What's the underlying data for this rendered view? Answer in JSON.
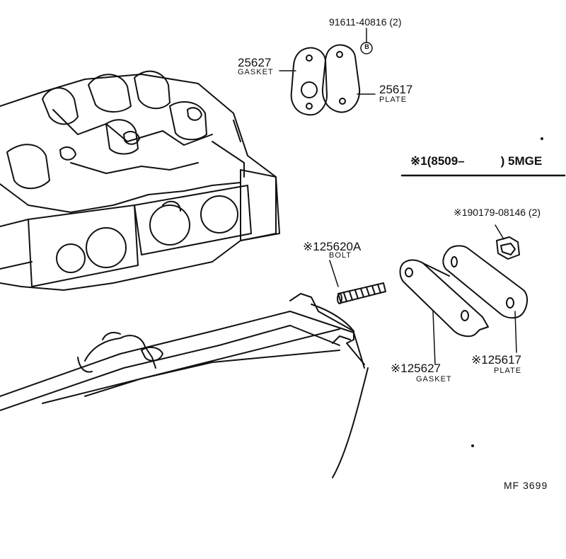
{
  "header": {
    "condition": "※1(8509–　　　) 5MGE"
  },
  "parts": [
    {
      "number": "91611-40816 (2)",
      "name": ""
    },
    {
      "number": "25627",
      "name": "GASKET"
    },
    {
      "number": "25617",
      "name": "PLATE"
    },
    {
      "number": "※190179-08146 (2)",
      "name": ""
    },
    {
      "number": "※125620A",
      "name": "BOLT"
    },
    {
      "number": "※125627",
      "name": "GASKET"
    },
    {
      "number": "※125617",
      "name": "PLATE"
    }
  ],
  "callout_symbol": "B",
  "footer": {
    "code": "MF  3699"
  },
  "colors": {
    "ink": "#111111",
    "paper": "#ffffff"
  }
}
